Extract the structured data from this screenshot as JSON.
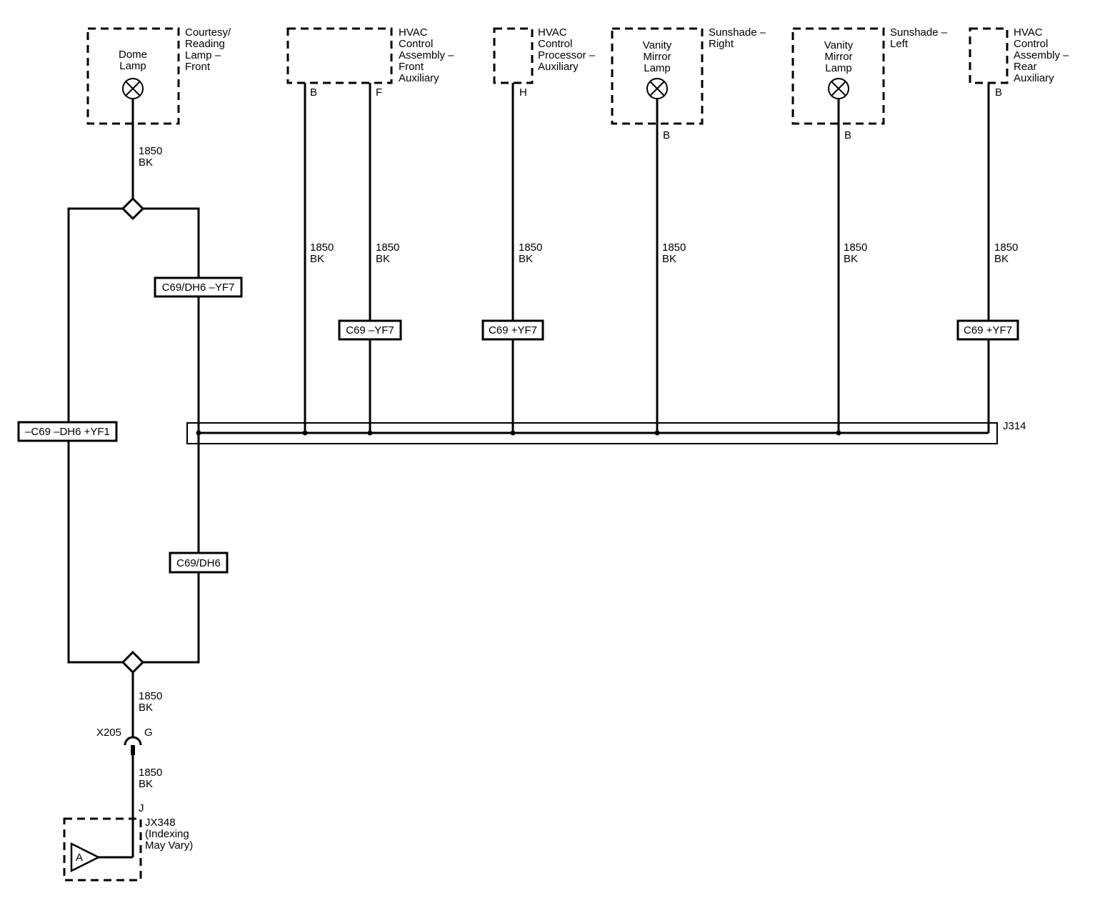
{
  "components": {
    "dome_lamp": {
      "name": [
        "Dome",
        "Lamp"
      ],
      "label": [
        "Courtesy/",
        "Reading",
        "Lamp –",
        "Front"
      ]
    },
    "hvac_front": {
      "label": [
        "HVAC",
        "Control",
        "Assembly –",
        "Front",
        "Auxiliary"
      ],
      "pins": [
        "B",
        "F"
      ]
    },
    "hvac_processor": {
      "label": [
        "HVAC",
        "Control",
        "Processor –",
        "Auxiliary"
      ],
      "pin": "H"
    },
    "vanity_right": {
      "name": [
        "Vanity",
        "Mirror",
        "Lamp"
      ],
      "label": [
        "Sunshade –",
        "Right"
      ],
      "pin": "B"
    },
    "vanity_left": {
      "name": [
        "Vanity",
        "Mirror",
        "Lamp"
      ],
      "label": [
        "Sunshade –",
        "Left"
      ],
      "pin": "B"
    },
    "hvac_rear": {
      "label": [
        "HVAC",
        "Control",
        "Assembly –",
        "Rear",
        "Auxiliary"
      ],
      "pin": "B"
    },
    "ground_connector": {
      "pin": "J",
      "label": [
        "JX348",
        "(Indexing",
        "May Vary)"
      ],
      "triangle": "A"
    }
  },
  "wire": {
    "circuit": "1850",
    "color": "BK"
  },
  "options": {
    "left_branch": "–C69 –DH6 +YF1",
    "right_upper": "C69/DH6 –YF7",
    "right_lower": "C69/DH6",
    "hvac_front_f": "C69 –YF7",
    "hvac_processor_h": "C69 +YF7",
    "hvac_rear_b": "C69 +YF7"
  },
  "splice_pack": {
    "label": "J314"
  },
  "inline_connector": {
    "name": "X205",
    "pin": "G"
  }
}
